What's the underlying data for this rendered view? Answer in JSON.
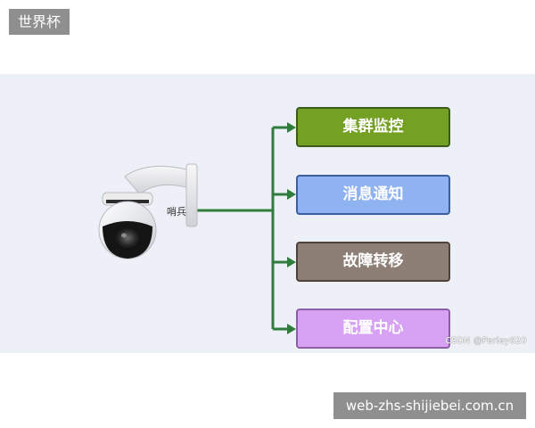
{
  "top_tag": "世界杯",
  "camera_label": "哨兵",
  "nodes": [
    {
      "label": "集群监控",
      "color": "#74a023"
    },
    {
      "label": "消息通知",
      "color": "#8fb2f1"
    },
    {
      "label": "故障转移",
      "color": "#8e7f76"
    },
    {
      "label": "配置中心",
      "color": "#d8a2f4"
    }
  ],
  "watermark": "CSDN @Perley620",
  "bottom_tag": "web-zhs-shijiebei.com.cn",
  "colors": {
    "connector": "#2f7d3c",
    "panel_bg": "#eef0f7",
    "tag_bg": "#8f8f8f"
  },
  "icons": {
    "camera": "security-camera-icon"
  }
}
